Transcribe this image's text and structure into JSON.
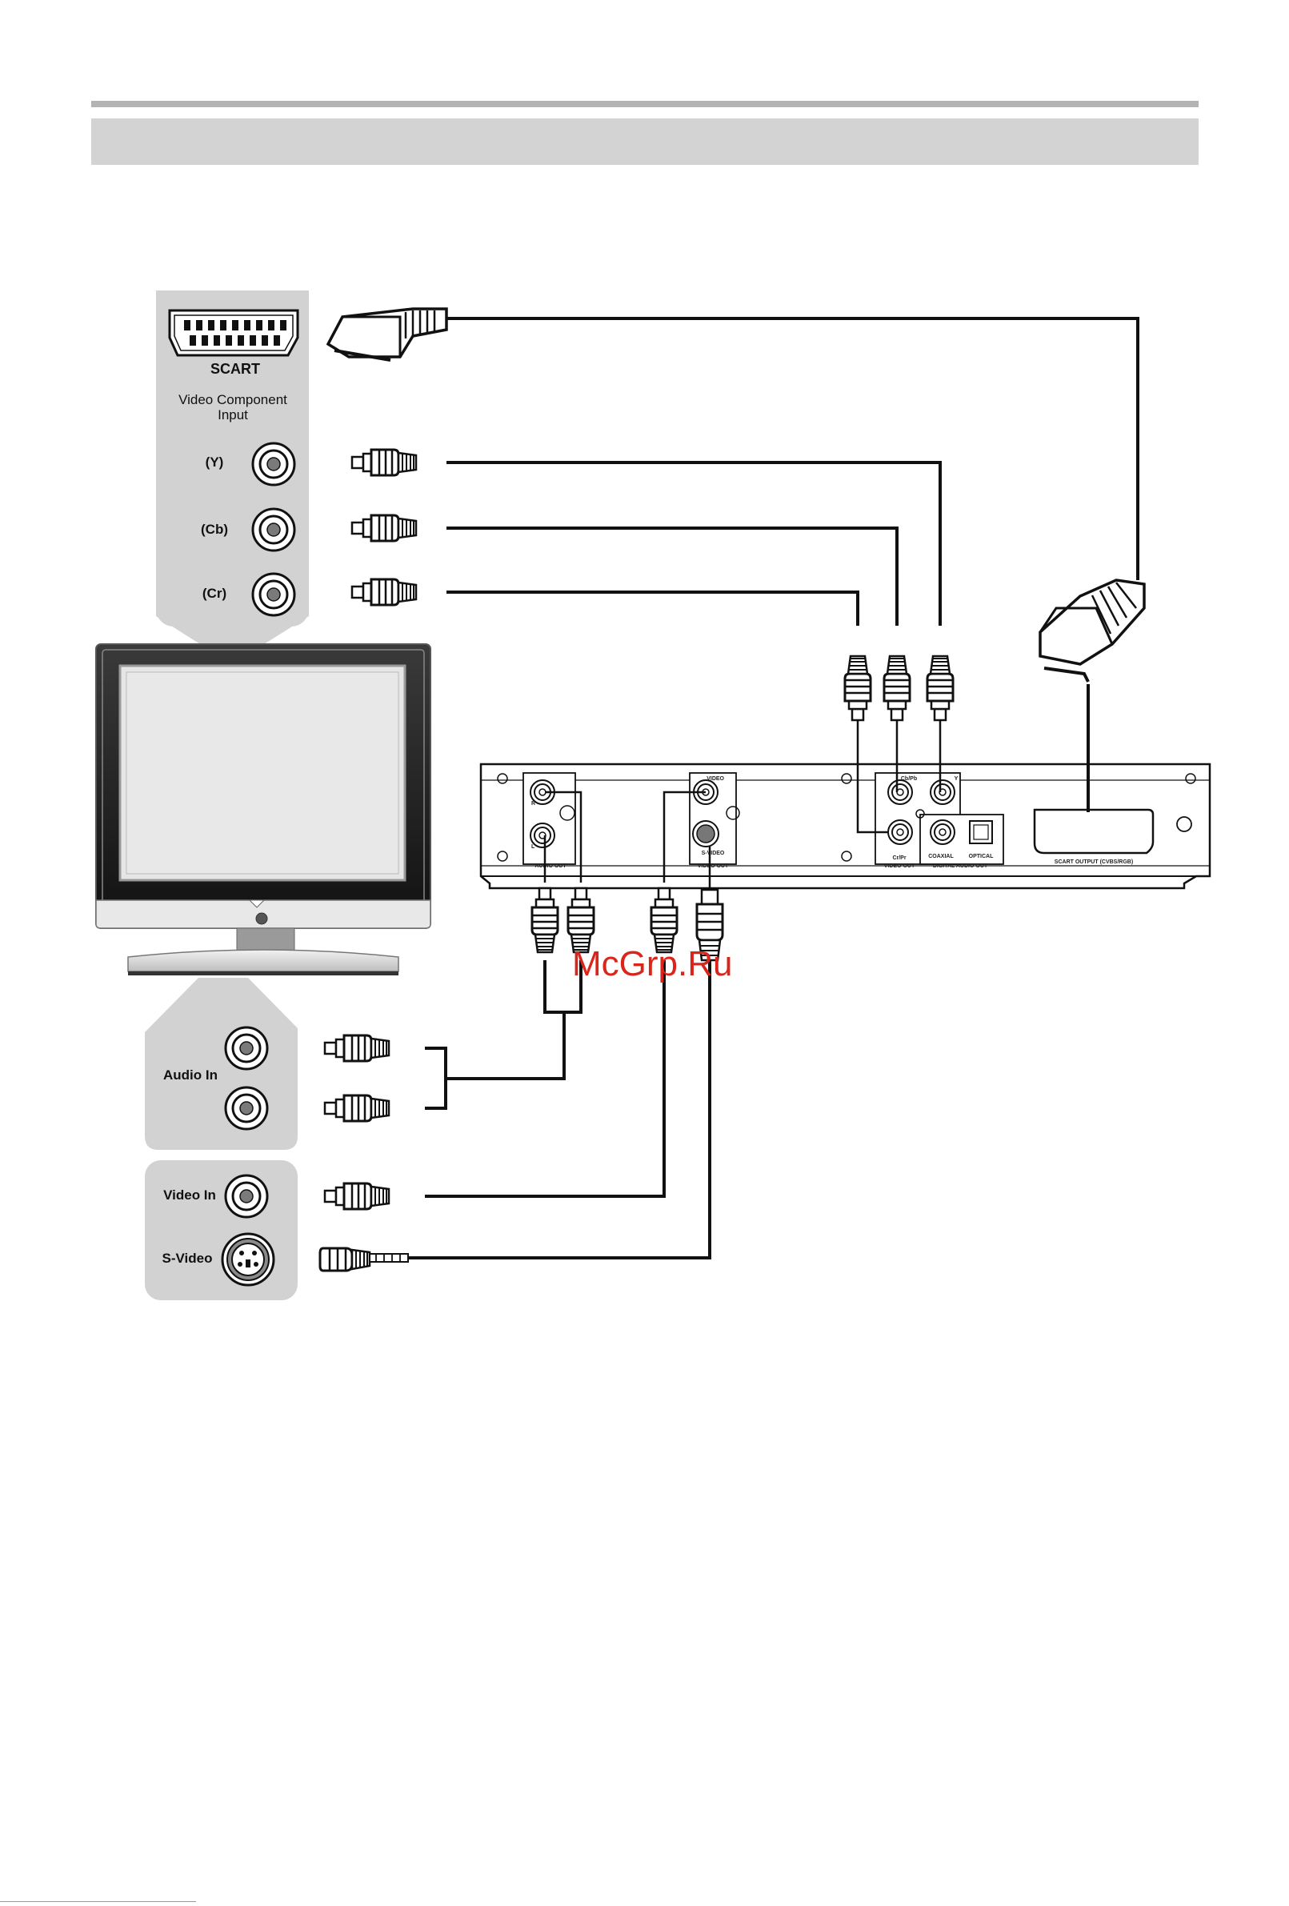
{
  "tv_panel_top": {
    "scart_label": "SCART",
    "component_title_line1": "Video Component",
    "component_title_line2": "Input",
    "y_label": "(Y)",
    "cb_label": "(Cb)",
    "cr_label": "(Cr)"
  },
  "tv_panel_bottom": {
    "audio_in_label": "Audio In",
    "video_in_label": "Video In",
    "svideo_label": "S-Video"
  },
  "player_panel": {
    "audio_out_label": "AUDIO OUT",
    "video_out_label": "VIDEO OUT",
    "video_label": "VIDEO",
    "svideo_label": "S-VIDEO",
    "cb_pb_label": "Cb/Pb",
    "y_label": "Y",
    "cr_pr_label": "Cr/Pr",
    "component_video_out_label": "VIDEO OUT",
    "coaxial_label": "COAXIAL",
    "optical_label": "OPTICAL",
    "digital_audio_out_label": "DIGITAL AUDIO OUT",
    "scart_output_label": "SCART OUTPUT (CVBS/RGB)",
    "audio_l_label": "L",
    "audio_r_label": "R"
  },
  "watermark": "McGrp.Ru"
}
